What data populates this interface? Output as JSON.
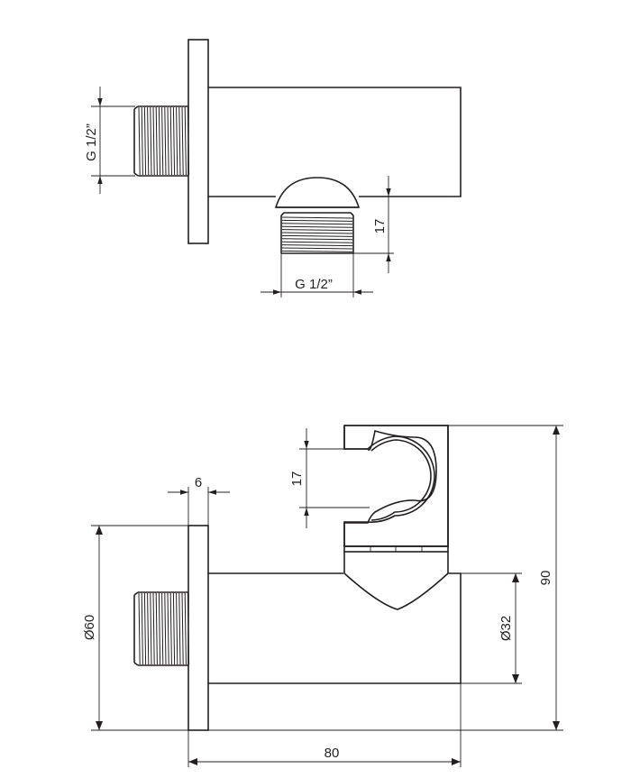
{
  "top_view": {
    "thread_left_label": "G 1/2”",
    "outlet_height_label": "17",
    "thread_bottom_label": "G 1/2”"
  },
  "side_view": {
    "flange_thickness_label": "6",
    "holder_height_label": "17",
    "total_height_label": "90",
    "flange_diameter_label": "Ø60",
    "body_diameter_label": "Ø32",
    "total_length_label": "80"
  },
  "colors": {
    "line": "#231f20",
    "background": "#ffffff"
  }
}
